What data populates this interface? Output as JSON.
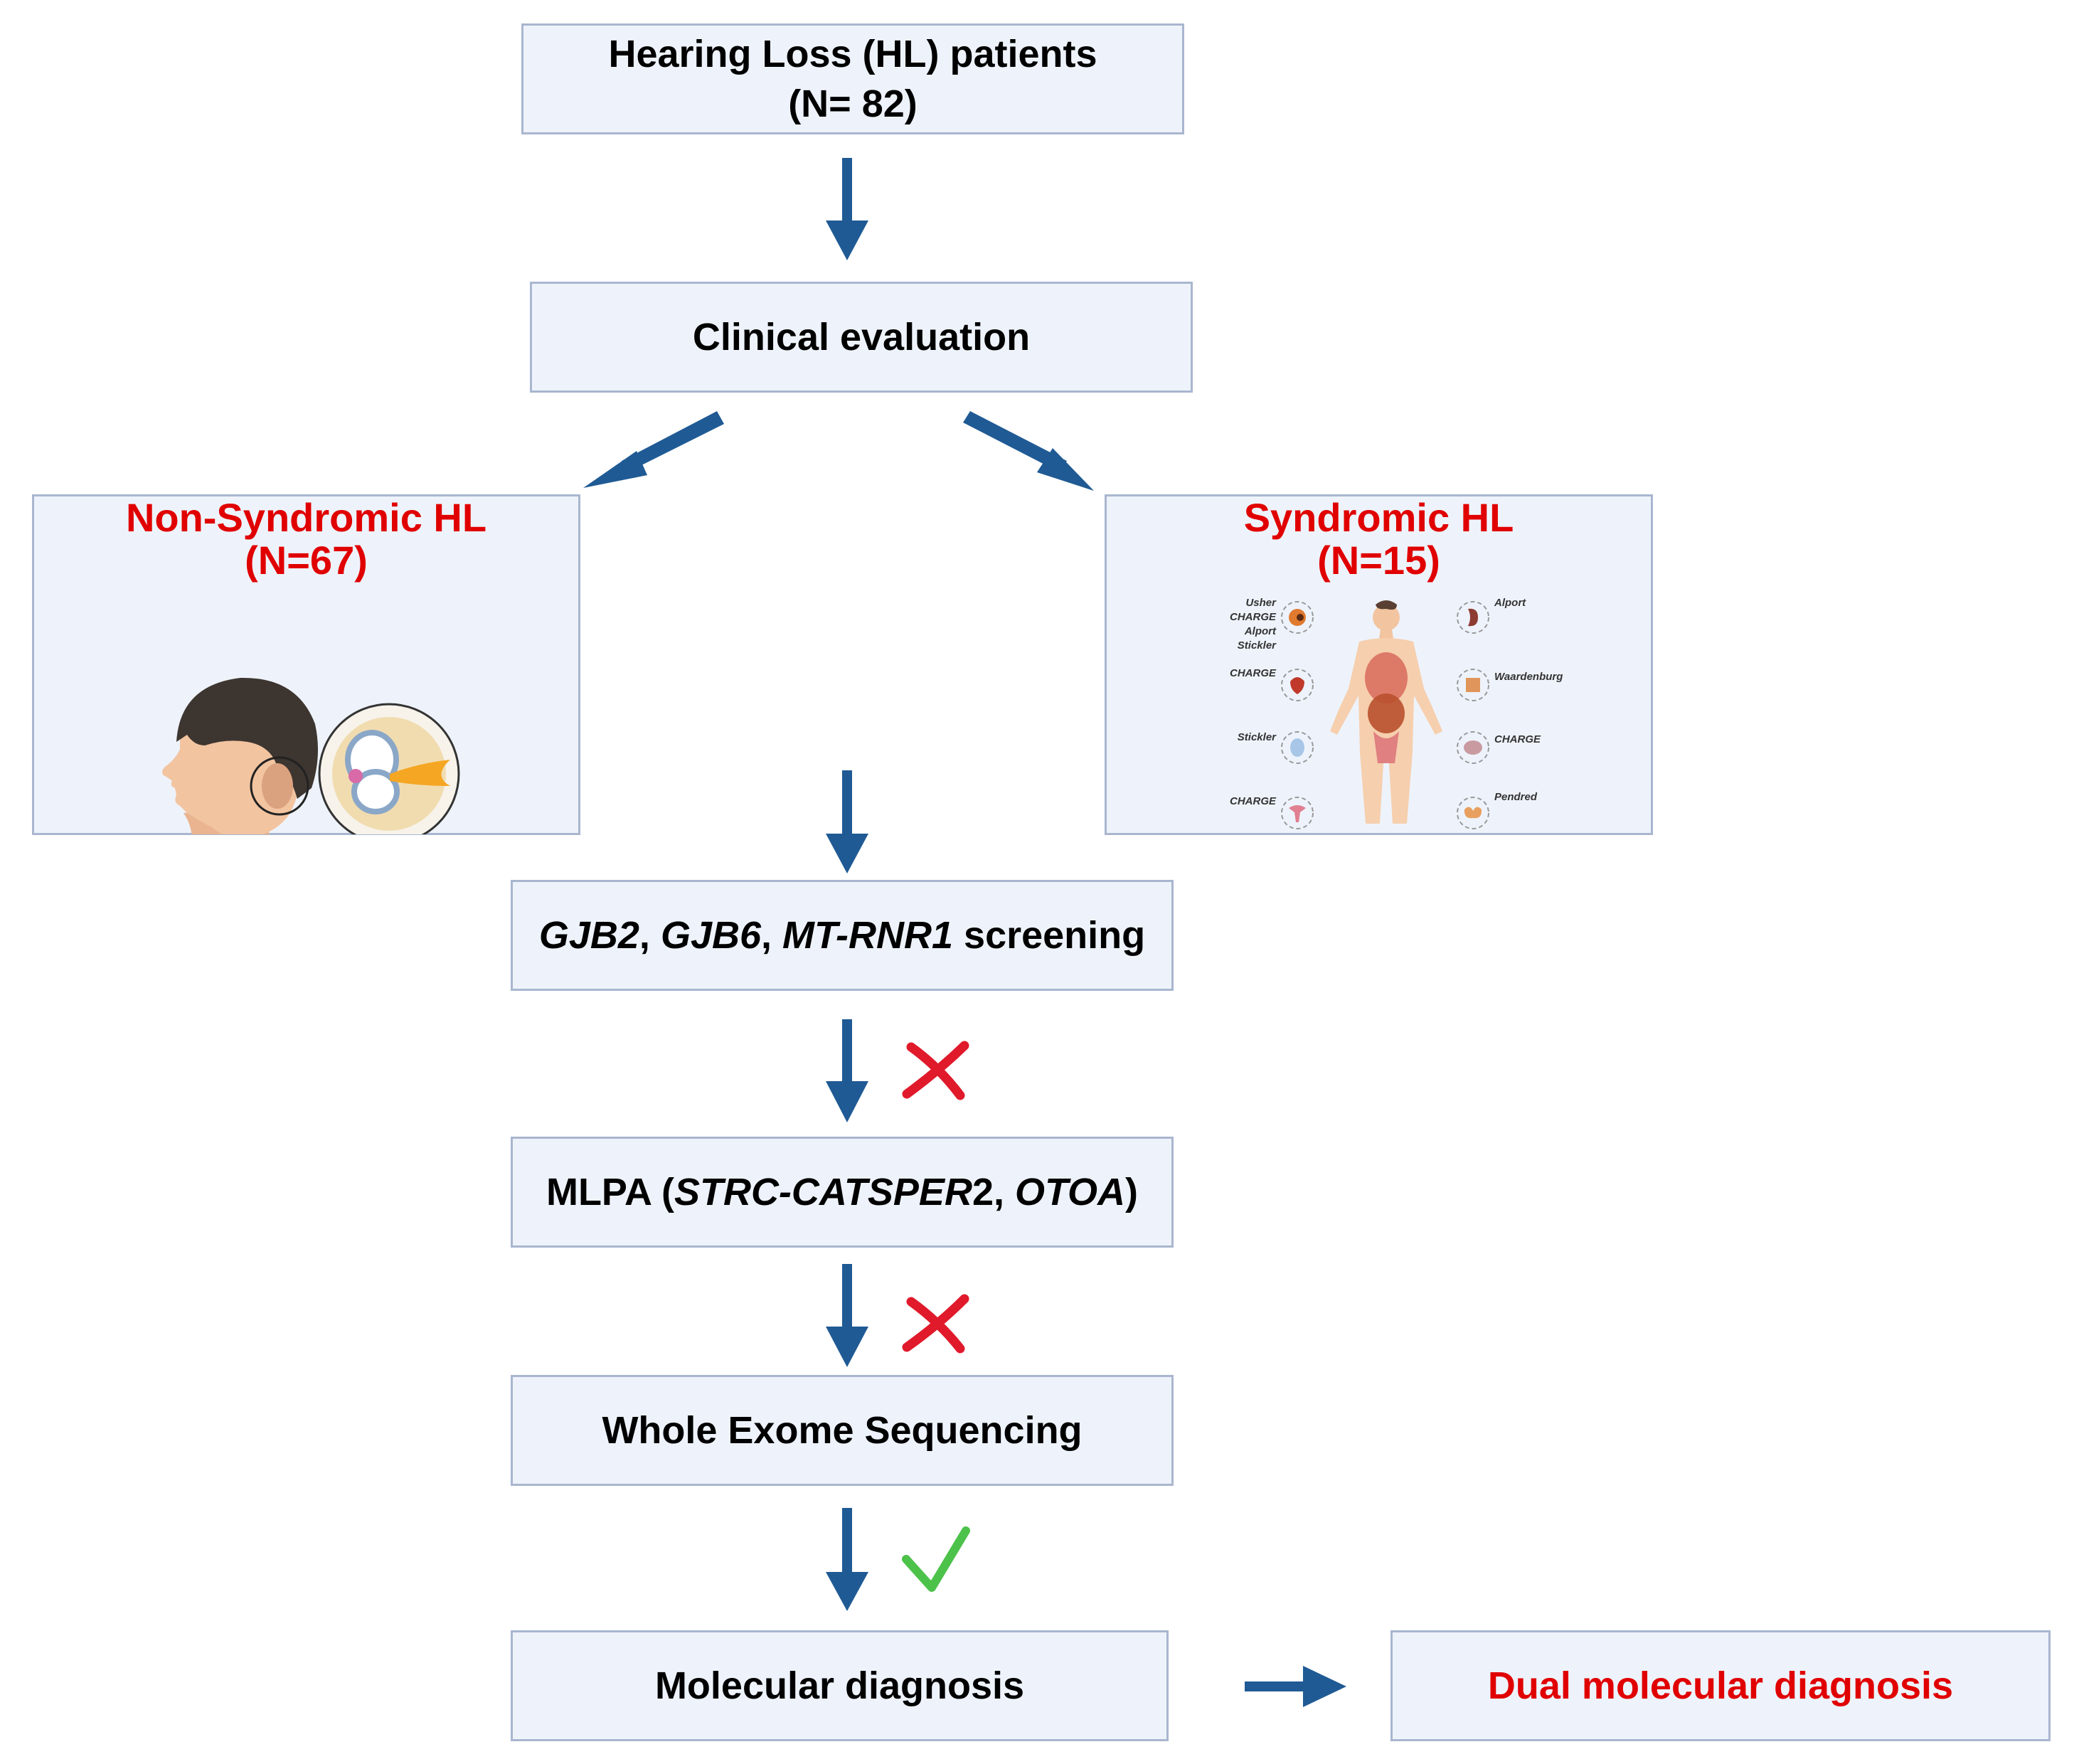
{
  "boxes": {
    "patients": {
      "line1": "Hearing Loss (HL) patients",
      "line2": "(N= 82)"
    },
    "clinical": {
      "label": "Clinical evaluation"
    },
    "non_syndromic": {
      "title": "Non-Syndromic HL",
      "count": "(N=67)"
    },
    "syndromic": {
      "title": "Syndromic HL",
      "count": "(N=15)"
    },
    "screening": {
      "gene1": "GJB2",
      "sep1": ", ",
      "gene2": "GJB6",
      "sep2": ", ",
      "gene3": "MT-RNR1",
      "rest": " screening"
    },
    "mlpa": {
      "prefix": "MLPA (",
      "gene1": "STRC-CATSPER",
      "num": "2",
      "sep": ", ",
      "gene2": "OTOA",
      "suffix": ")"
    },
    "wes": {
      "label": "Whole Exome Sequencing"
    },
    "molecular": {
      "label": "Molecular diagnosis"
    },
    "dual": {
      "label": "Dual molecular diagnosis"
    }
  },
  "syndrome_labels": {
    "eye": [
      "Usher",
      "CHARGE",
      "Alport",
      "Stickler"
    ],
    "heart": "CHARGE",
    "ear": "Stickler",
    "reproductive": "CHARGE",
    "kidney": "Alport",
    "skin": "Waardenburg",
    "brain": "CHARGE",
    "thyroid": "Pendred"
  },
  "colors": {
    "box_fill": "#eef3fb",
    "box_border": "#a9b6cf",
    "arrow": "#1f5a94",
    "highlight_red": "#e00000",
    "cross_red": "#e01a2b",
    "check_green": "#4cc24a"
  }
}
